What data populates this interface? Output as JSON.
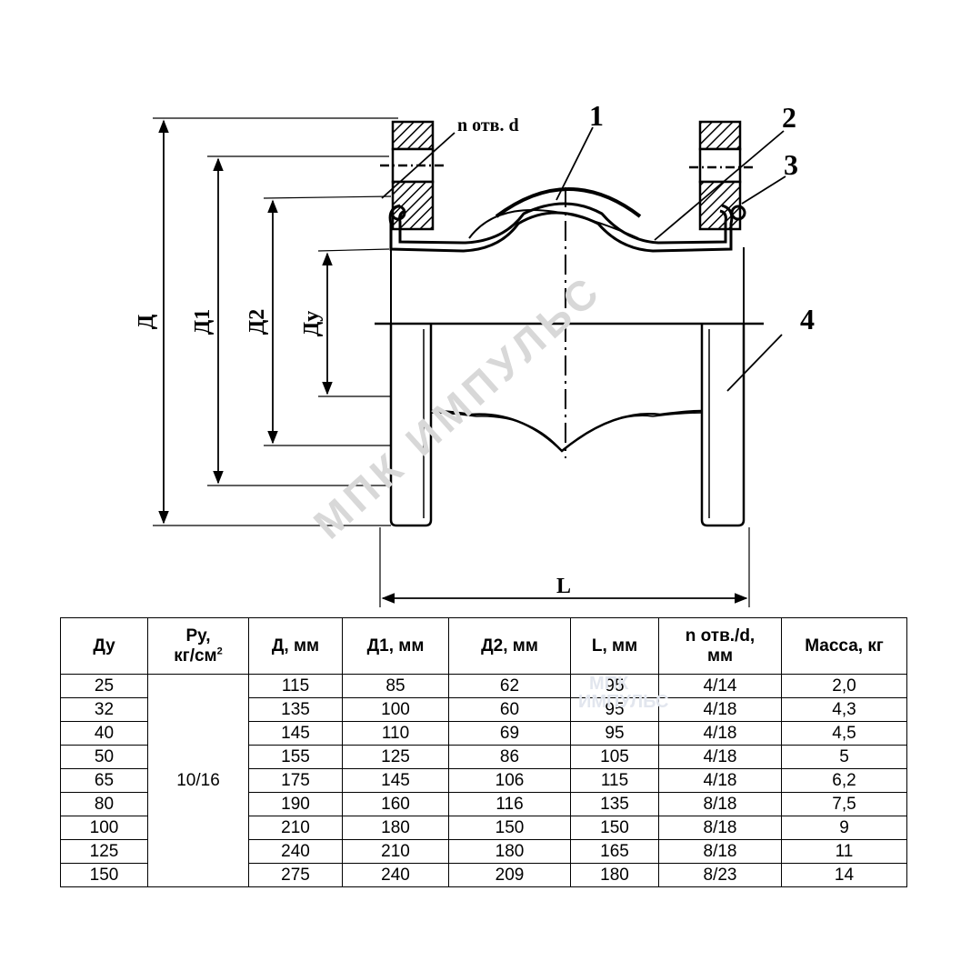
{
  "drawing": {
    "hole_label": "n отв. d",
    "callouts": [
      "1",
      "2",
      "3",
      "4"
    ],
    "dim_labels": {
      "D": "Д",
      "D1": "Д1",
      "D2": "Д2",
      "Dy": "Ду",
      "L": "L"
    },
    "watermark": "МПК ИМПУЛЬС"
  },
  "table": {
    "headers": [
      "Ду",
      "Ру,",
      "кг/см",
      "2",
      "Д, мм",
      "Д1, мм",
      "Д2, мм",
      "L, мм",
      "n отв./d,",
      "мм",
      "Масса, кг"
    ],
    "pressure": "10/16",
    "rows": [
      [
        "25",
        "115",
        "85",
        "62",
        "95",
        "4/14",
        "2,0"
      ],
      [
        "32",
        "135",
        "100",
        "60",
        "95",
        "4/18",
        "4,3"
      ],
      [
        "40",
        "145",
        "110",
        "69",
        "95",
        "4/18",
        "4,5"
      ],
      [
        "50",
        "155",
        "125",
        "86",
        "105",
        "4/18",
        "5"
      ],
      [
        "65",
        "175",
        "145",
        "106",
        "115",
        "4/18",
        "6,2"
      ],
      [
        "80",
        "190",
        "160",
        "116",
        "135",
        "8/18",
        "7,5"
      ],
      [
        "100",
        "210",
        "180",
        "150",
        "150",
        "8/18",
        "9"
      ],
      [
        "125",
        "240",
        "210",
        "180",
        "165",
        "8/18",
        "11"
      ],
      [
        "150",
        "275",
        "240",
        "209",
        "180",
        "8/23",
        "14"
      ]
    ],
    "watermark": [
      "МПК",
      "ИМПУЛЬС"
    ]
  }
}
